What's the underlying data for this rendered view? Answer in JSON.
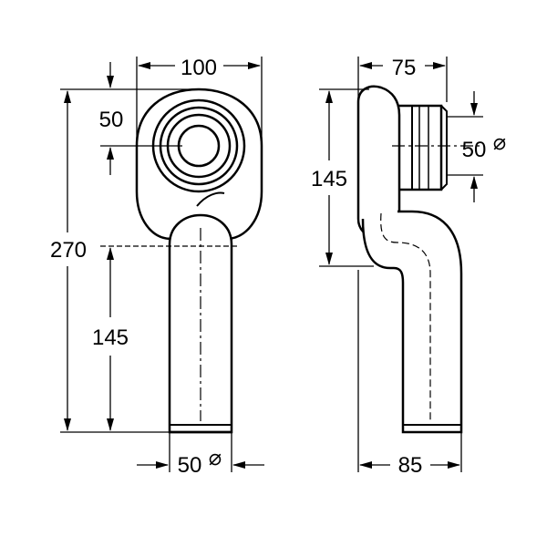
{
  "front_view": {
    "width": "100",
    "top_offset": "50",
    "total_height": "270",
    "outlet_height": "145",
    "outlet_diameter": "50"
  },
  "side_view": {
    "depth": "75",
    "inlet_diameter": "50",
    "inlet_height": "145",
    "outlet_depth": "85"
  },
  "diameter_symbol": "⌀"
}
